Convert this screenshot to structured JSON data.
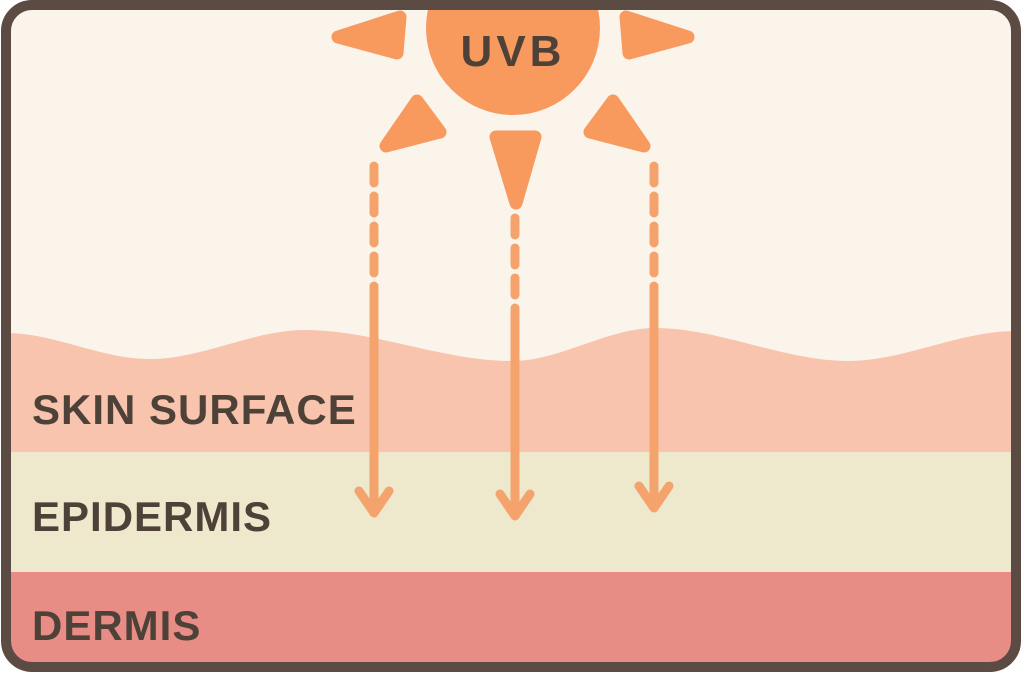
{
  "diagram": {
    "title": "UVB skin penetration diagram",
    "sun": {
      "label": "UVB"
    },
    "layers": [
      {
        "id": "skin-surface",
        "label": "SKIN SURFACE",
        "color": "#F9C4AD"
      },
      {
        "id": "epidermis",
        "label": "EPIDERMIS",
        "color": "#EEE8CC"
      },
      {
        "id": "dermis",
        "label": "DERMIS",
        "color": "#E88C86"
      }
    ],
    "arrows": {
      "count": "3",
      "meaning": "UVB rays stop in the epidermis"
    }
  },
  "colors": {
    "page_bg": "#FFFFFF",
    "sky_bg": "#FAF4EB",
    "border": "#5C4B42",
    "sun": "#F8995E",
    "arrow": "#F5A36D",
    "text": "#4E4238"
  }
}
